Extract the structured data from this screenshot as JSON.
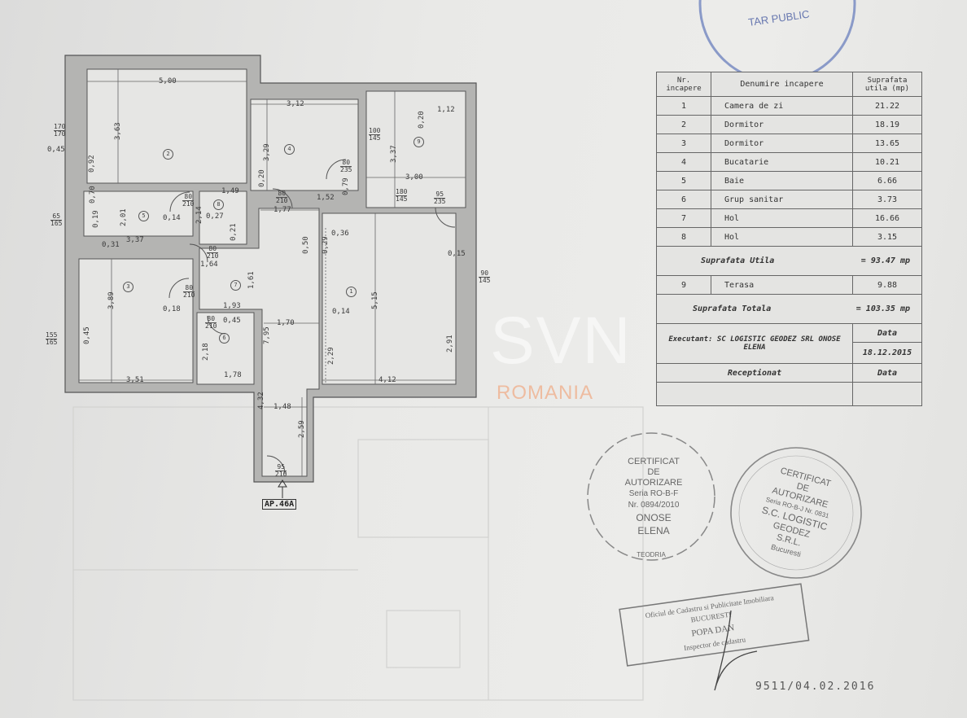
{
  "plan": {
    "apartment_label": "AP.46A",
    "room_numbers": [
      "1",
      "2",
      "3",
      "4",
      "5",
      "6",
      "7",
      "8",
      "9"
    ],
    "dims": [
      "5,00",
      "3,63",
      "0,92",
      "0,45",
      "3,12",
      "3,29",
      "0,20",
      "1,12",
      "0,20",
      "3,37",
      "3,00",
      "0,79",
      "1,52",
      "1,49",
      "0,14",
      "0,27",
      "2,14",
      "0,21",
      "2,01",
      "0,19",
      "0,70",
      "3,37",
      "0,31",
      "1,64",
      "1,77",
      "0,50",
      "0,29",
      "0,36",
      "0,15",
      "1,61",
      "0,18",
      "1,93",
      "0,45",
      "1,70",
      "0,14",
      "5,15",
      "7,95",
      "3,89",
      "0,45",
      "2,18",
      "1,78",
      "3,51",
      "2,29",
      "2,91",
      "4,12",
      "4,32",
      "1,48",
      "2,59"
    ],
    "openings": [
      [
        "170",
        "170"
      ],
      [
        "100",
        "145"
      ],
      [
        "80",
        "235"
      ],
      [
        "180",
        "145"
      ],
      [
        "80",
        "210"
      ],
      [
        "80",
        "210"
      ],
      [
        "80",
        "210"
      ],
      [
        "95",
        "235"
      ],
      [
        "90",
        "145"
      ],
      [
        "80",
        "210"
      ],
      [
        "80",
        "210"
      ],
      [
        "95",
        "210"
      ],
      [
        "155",
        "165"
      ],
      [
        "65",
        "165"
      ]
    ]
  },
  "table": {
    "headers": [
      "Nr. incapere",
      "Denumire incapere",
      "Suprafata utila (mp)"
    ],
    "rows": [
      {
        "nr": "1",
        "name": "Camera de zi",
        "area": "21.22"
      },
      {
        "nr": "2",
        "name": "Dormitor",
        "area": "18.19"
      },
      {
        "nr": "3",
        "name": "Dormitor",
        "area": "13.65"
      },
      {
        "nr": "4",
        "name": "Bucatarie",
        "area": "10.21"
      },
      {
        "nr": "5",
        "name": "Baie",
        "area": "6.66"
      },
      {
        "nr": "6",
        "name": "Grup sanitar",
        "area": "3.73"
      },
      {
        "nr": "7",
        "name": "Hol",
        "area": "16.66"
      },
      {
        "nr": "8",
        "name": "Hol",
        "area": "3.15"
      }
    ],
    "useful_label": "Suprafata Utila",
    "useful_value": "= 93.47 mp",
    "terrace": {
      "nr": "9",
      "name": "Terasa",
      "area": "9.88"
    },
    "total_label": "Suprafata Totala",
    "total_value": "= 103.35 mp",
    "executant": "Executant: SC LOGISTIC GEODEZ SRL ONOSE ELENA",
    "date_label": "Data",
    "date_value": "18.12.2015",
    "received_label": "Receptionat",
    "received_date_label": "Data"
  },
  "stamps": {
    "top": "TAR PUBLIC",
    "left": [
      "CERTIFICAT",
      "DE",
      "AUTORIZARE",
      "Seria RO-B-F",
      "Nr. 0894/2010",
      "ONOSE",
      "ELENA",
      "TEODRIA"
    ],
    "right": [
      "CERTIFICAT",
      "DE",
      "AUTORIZARE",
      "Seria RO-B-J Nr. 0831",
      "S.C. LOGISTIC",
      "GEODEZ",
      "S.R.L.",
      "Bucuresti"
    ],
    "ocpi": [
      "Oficiul de Cadastru si Publicitate Imobiliara",
      "BUCURESTI",
      "POPA DAN",
      "Inspector de cadastru"
    ],
    "registration": "9511/04.02.2016"
  },
  "watermark": {
    "brand": "SVN",
    "sub": "ROMANIA",
    "accent": "#f0a070"
  }
}
